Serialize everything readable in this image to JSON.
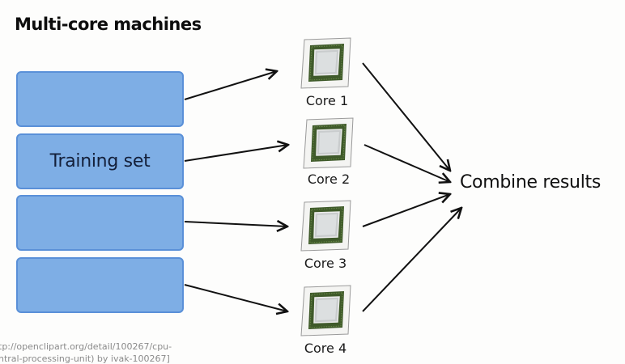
{
  "slide": {
    "title": "Multi-core machines",
    "training_boxes": [
      {
        "label": ""
      },
      {
        "label": "Training set"
      },
      {
        "label": ""
      },
      {
        "label": ""
      }
    ],
    "cores": [
      {
        "label": "Core 1",
        "icon": "cpu-chip-icon"
      },
      {
        "label": "Core 2",
        "icon": "cpu-chip-icon"
      },
      {
        "label": "Core 3",
        "icon": "cpu-chip-icon"
      },
      {
        "label": "Core 4",
        "icon": "cpu-chip-icon"
      }
    ],
    "combine_label": "Combine results",
    "credit_lines": [
      "tp://openclipart.org/detail/100267/cpu-",
      "ntral-processing-unit) by ivak-100267]"
    ]
  },
  "colors": {
    "box_fill": "#7eaee5",
    "box_border": "#5a90d8",
    "chip_green": "#3f5a2a",
    "arrow": "#111111"
  }
}
